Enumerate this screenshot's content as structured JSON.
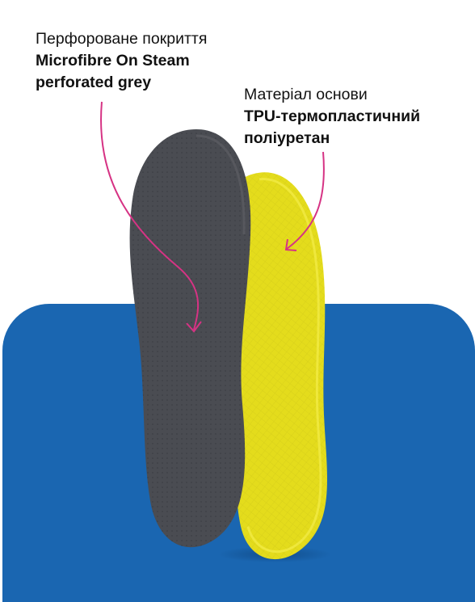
{
  "labels": {
    "cover": {
      "line1": "Перфороване покриття",
      "line2": "Microfibre On Steam",
      "line3": "perforated grey"
    },
    "base": {
      "line1": "Матеріал основи",
      "line2": "TPU-термопластичний",
      "line3": "поліуретан"
    }
  },
  "colors": {
    "background": "#ffffff",
    "panel": "#1a66b1",
    "arrow": "#d63384",
    "cover_insole": "#4a4c52",
    "base_insole": "#e4dc1c"
  }
}
